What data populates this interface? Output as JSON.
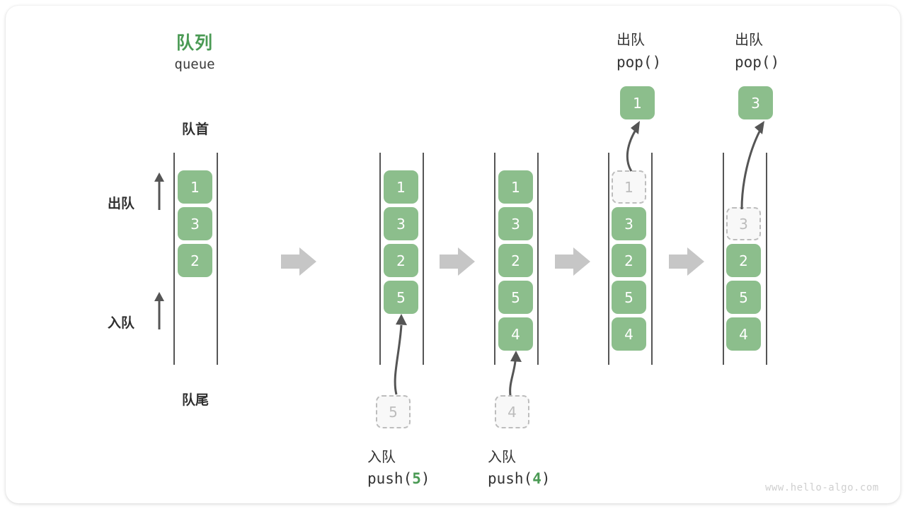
{
  "meta": {
    "title_cn": "队列",
    "title_en": "queue",
    "watermark": "www.hello-algo.com",
    "colors": {
      "accent_green": "#4A9A54",
      "cell_green": "#8CBE8C",
      "cell_text": "#FFFFFF",
      "ghost_fill": "#F8F8F8",
      "ghost_border": "#BDBDBD",
      "ghost_text": "#BCBCBC",
      "rail": "#555555",
      "step_arrow": "#C6C6C6",
      "label_text": "#2F2F2F",
      "watermark_text": "#CFCFCF"
    }
  },
  "side_labels": {
    "front": "队首",
    "back": "队尾",
    "dequeue": "出队",
    "enqueue": "入队"
  },
  "stages": [
    {
      "id": "stage-1",
      "cells": [
        {
          "value": "1",
          "state": "filled"
        },
        {
          "value": "3",
          "state": "filled"
        },
        {
          "value": "2",
          "state": "filled"
        }
      ],
      "incoming": null,
      "outgoing": null,
      "op_cn": null,
      "op_code": null
    },
    {
      "id": "stage-2",
      "cells": [
        {
          "value": "1",
          "state": "filled"
        },
        {
          "value": "3",
          "state": "filled"
        },
        {
          "value": "2",
          "state": "filled"
        },
        {
          "value": "5",
          "state": "filled"
        }
      ],
      "incoming": {
        "value": "5",
        "state": "ghost"
      },
      "outgoing": null,
      "op_cn": "入队",
      "op_code_prefix": "push(",
      "op_code_value": "5",
      "op_code_suffix": ")"
    },
    {
      "id": "stage-3",
      "cells": [
        {
          "value": "1",
          "state": "filled"
        },
        {
          "value": "3",
          "state": "filled"
        },
        {
          "value": "2",
          "state": "filled"
        },
        {
          "value": "5",
          "state": "filled"
        },
        {
          "value": "4",
          "state": "filled"
        }
      ],
      "incoming": {
        "value": "4",
        "state": "ghost"
      },
      "outgoing": null,
      "op_cn": "入队",
      "op_code_prefix": "push(",
      "op_code_value": "4",
      "op_code_suffix": ")"
    },
    {
      "id": "stage-4",
      "cells": [
        {
          "value": "1",
          "state": "ghost"
        },
        {
          "value": "3",
          "state": "filled"
        },
        {
          "value": "2",
          "state": "filled"
        },
        {
          "value": "5",
          "state": "filled"
        },
        {
          "value": "4",
          "state": "filled"
        }
      ],
      "incoming": null,
      "outgoing": {
        "value": "1",
        "state": "filled"
      },
      "op_cn": "出队",
      "op_code": "pop()"
    },
    {
      "id": "stage-5",
      "cells": [
        {
          "value": "",
          "state": "empty"
        },
        {
          "value": "3",
          "state": "ghost"
        },
        {
          "value": "2",
          "state": "filled"
        },
        {
          "value": "5",
          "state": "filled"
        },
        {
          "value": "4",
          "state": "filled"
        }
      ],
      "incoming": null,
      "outgoing": {
        "value": "3",
        "state": "filled"
      },
      "op_cn": "出队",
      "op_code": "pop()"
    }
  ],
  "step_arrows": [
    {
      "name": "step-arrow-1"
    },
    {
      "name": "step-arrow-2"
    },
    {
      "name": "step-arrow-3"
    },
    {
      "name": "step-arrow-4"
    }
  ]
}
